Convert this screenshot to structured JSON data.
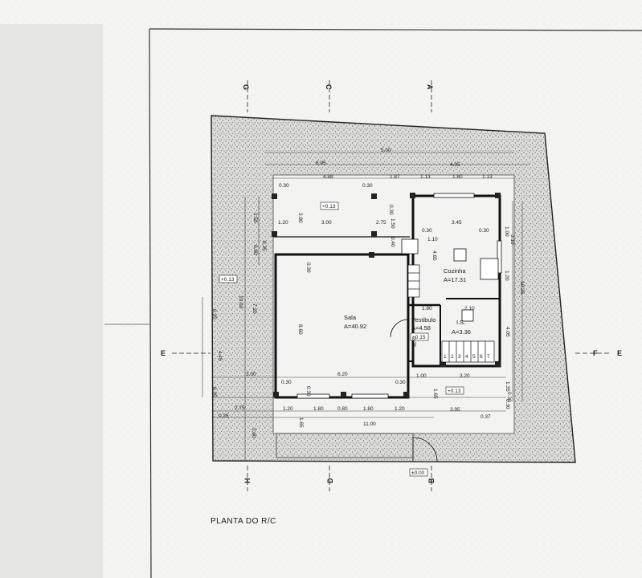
{
  "drawing": {
    "title": "PLANTA DO R/C",
    "rooms": [
      {
        "key": "sala",
        "name": "Sala",
        "area": "A=40.92"
      },
      {
        "key": "cozinha",
        "name": "Cozinha",
        "area": "A=17.31"
      },
      {
        "key": "vestibulo",
        "name": "Vestibulo",
        "area": "A=4.58"
      },
      {
        "key": "is",
        "name": "I.S.",
        "area": "A=3.36"
      }
    ],
    "levels": [
      "+0.13",
      "+0.13",
      "+0.15",
      "+0.13",
      "±0.00"
    ],
    "axis_labels": {
      "top": [
        "G",
        "C",
        "A"
      ],
      "bottom": [
        "H",
        "D",
        "B"
      ],
      "left": "E",
      "right": [
        "F",
        "E"
      ]
    },
    "dimensions": [
      "5.00",
      "6.95",
      "4.05",
      "4.88",
      "1.87",
      "1.13",
      "1.80",
      "1.13",
      "0.30",
      "0.30",
      "0.30",
      "3.00",
      "2.75",
      "1.20",
      "3.80",
      "1.55",
      "0.80",
      "0.35",
      "1.50",
      "0.40",
      "0.30",
      "0.30",
      "3.45",
      "1.10",
      "4.65",
      "1.00",
      "3.10",
      "1.20",
      "10.35",
      "4.05",
      "1.35",
      "0.30",
      "10.00",
      "7.20",
      "0.25",
      "4.45",
      "0.25",
      "3.00",
      "6.20",
      "8.60",
      "0.30",
      "0.30",
      "0.30",
      "0.30",
      "1.80",
      "2.10",
      "2.75",
      "1.00",
      "3.20",
      "1.65",
      "3.95",
      "0.37",
      "2.75",
      "1.20",
      "1.80",
      "0.80",
      "1.80",
      "1.20",
      "1.65",
      "0.25",
      "11.00",
      "3.00",
      "0.30"
    ],
    "stair_steps": [
      "1",
      "2",
      "3",
      "4",
      "5",
      "6",
      "7"
    ]
  }
}
